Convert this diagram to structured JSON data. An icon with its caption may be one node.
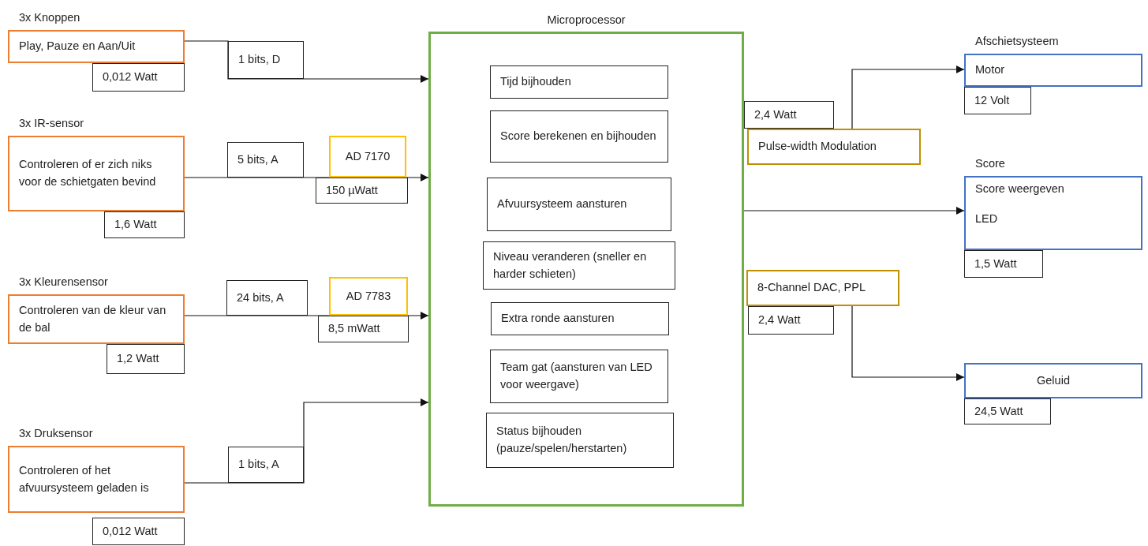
{
  "diagram": {
    "nodes": [
      {
        "text": [
          "3x Knoppen",
          "Play, Pauze en Aan/Uit"
        ]
      },
      {
        "text": [
          "0,012 Watt"
        ]
      },
      {
        "text": [
          "1 bits, D"
        ]
      },
      {
        "text": [
          "3x IR-sensor",
          "Controleren of er zich niks voor de schietgaten bevind"
        ]
      },
      {
        "text": [
          "5 bits, A"
        ]
      },
      {
        "text": [
          "AD 7170"
        ]
      },
      {
        "text": [
          "150 µWatt"
        ]
      },
      {
        "text": [
          "1,6 Watt"
        ]
      },
      {
        "text": [
          "3x Kleurensensor",
          "Controleren van de kleur van de bal"
        ]
      },
      {
        "text": [
          "24 bits, A"
        ]
      },
      {
        "text": [
          "AD 7783"
        ]
      },
      {
        "text": [
          "8,5 mWatt"
        ]
      },
      {
        "text": [
          "1,2 Watt"
        ]
      },
      {
        "text": [
          "3x Druksensor",
          "Controleren of het afvuursysteem geladen is"
        ]
      },
      {
        "text": [
          "1 bits, A"
        ]
      },
      {
        "text": [
          "0,012 Watt"
        ]
      },
      {
        "text": [
          "Microprocessor"
        ]
      },
      {
        "text": [
          "Tijd bijhouden"
        ],
        "in": 16
      },
      {
        "text": [
          "Score berekenen en bijhouden"
        ],
        "in": 16
      },
      {
        "text": [
          "Afvuursysteem aansturen"
        ],
        "in": 16
      },
      {
        "text": [
          "Niveau veranderen (sneller en harder schieten)"
        ],
        "in": 16
      },
      {
        "text": [
          "Extra ronde aansturen"
        ],
        "in": 16
      },
      {
        "text": [
          "Team gat (aansturen van LED voor weergave)"
        ],
        "in": 16
      },
      {
        "text": [
          "Status bijhouden (pauze/spelen/herstarten)"
        ],
        "in": 16
      },
      {
        "text": [
          "2,4 Watt"
        ]
      },
      {
        "text": [
          "Pulse-width Modulation"
        ]
      },
      {
        "text": [
          "8-Channel DAC, PPL"
        ]
      },
      {
        "text": [
          "2,4 Watt"
        ]
      },
      {
        "text": [
          "Afschietsysteem",
          "Motor"
        ]
      },
      {
        "text": [
          "12 Volt"
        ]
      },
      {
        "text": [
          "Score",
          "Score weergeven",
          "LED"
        ]
      },
      {
        "text": [
          "1,5 Watt"
        ]
      },
      {
        "text": [
          "Geluid"
        ]
      },
      {
        "text": [
          "24,5 Watt"
        ]
      }
    ],
    "edges": [
      {
        "from": 0,
        "to": 16,
        "arrow": "to"
      },
      {
        "from": 3,
        "to": 16,
        "arrow": "to"
      },
      {
        "from": 8,
        "to": 16,
        "arrow": "to"
      },
      {
        "from": 13,
        "to": 16,
        "arrow": "to"
      },
      {
        "from": 25,
        "to": 28,
        "arrow": "to"
      },
      {
        "from": 16,
        "to": 30,
        "arrow": "to"
      },
      {
        "from": 26,
        "to": 32,
        "arrow": "to"
      }
    ]
  }
}
